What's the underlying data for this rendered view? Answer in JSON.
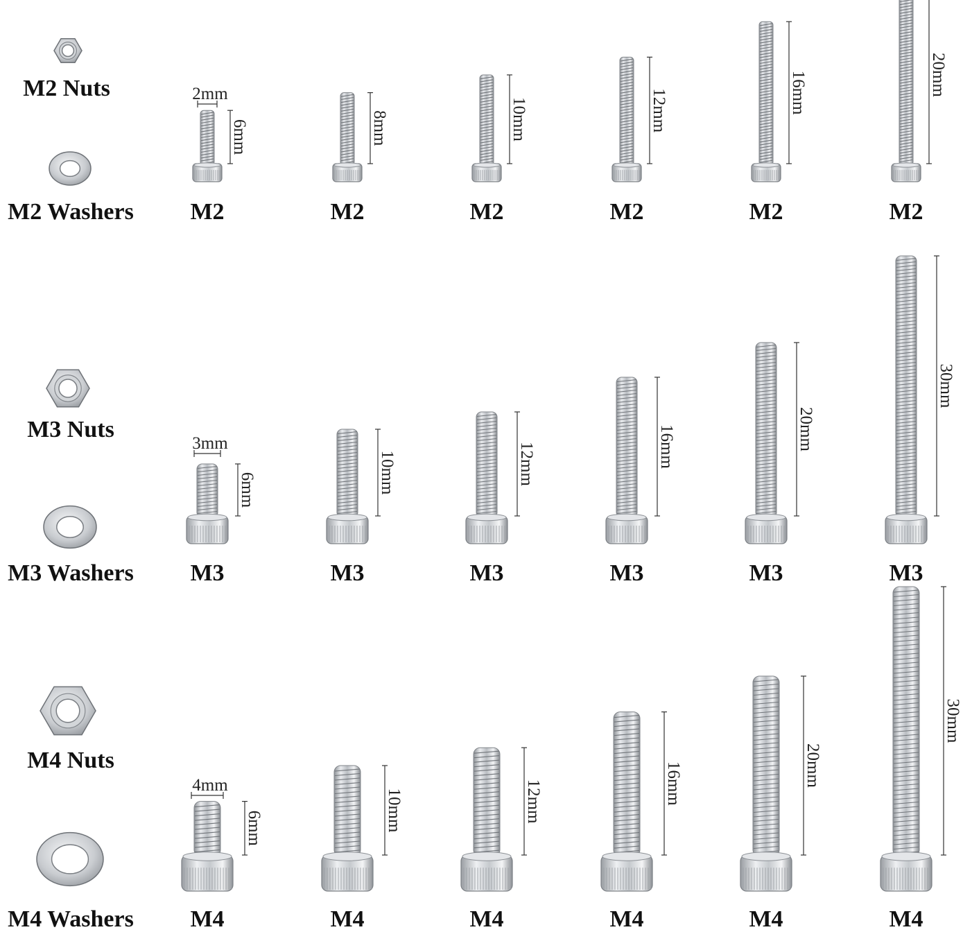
{
  "rows": [
    {
      "nut_label": "M2 Nuts",
      "washer_label": "M2 Washers",
      "diameter_label": "2mm",
      "screw_size": 2,
      "screws": [
        {
          "label": "M2",
          "length": "6mm",
          "length_mm": 6
        },
        {
          "label": "M2",
          "length": "8mm",
          "length_mm": 8
        },
        {
          "label": "M2",
          "length": "10mm",
          "length_mm": 10
        },
        {
          "label": "M2",
          "length": "12mm",
          "length_mm": 12
        },
        {
          "label": "M2",
          "length": "16mm",
          "length_mm": 16
        },
        {
          "label": "M2",
          "length": "20mm",
          "length_mm": 20
        }
      ]
    },
    {
      "nut_label": "M3 Nuts",
      "washer_label": "M3 Washers",
      "diameter_label": "3mm",
      "screw_size": 3,
      "screws": [
        {
          "label": "M3",
          "length": "6mm",
          "length_mm": 6
        },
        {
          "label": "M3",
          "length": "10mm",
          "length_mm": 10
        },
        {
          "label": "M3",
          "length": "12mm",
          "length_mm": 12
        },
        {
          "label": "M3",
          "length": "16mm",
          "length_mm": 16
        },
        {
          "label": "M3",
          "length": "20mm",
          "length_mm": 20
        },
        {
          "label": "M3",
          "length": "30mm",
          "length_mm": 30
        }
      ]
    },
    {
      "nut_label": "M4 Nuts",
      "washer_label": "M4 Washers",
      "diameter_label": "4mm",
      "screw_size": 4,
      "screws": [
        {
          "label": "M4",
          "length": "6mm",
          "length_mm": 6
        },
        {
          "label": "M4",
          "length": "10mm",
          "length_mm": 10
        },
        {
          "label": "M4",
          "length": "12mm",
          "length_mm": 12
        },
        {
          "label": "M4",
          "length": "16mm",
          "length_mm": 16
        },
        {
          "label": "M4",
          "length": "20mm",
          "length_mm": 20
        },
        {
          "label": "M4",
          "length": "30mm",
          "length_mm": 30
        }
      ]
    }
  ]
}
